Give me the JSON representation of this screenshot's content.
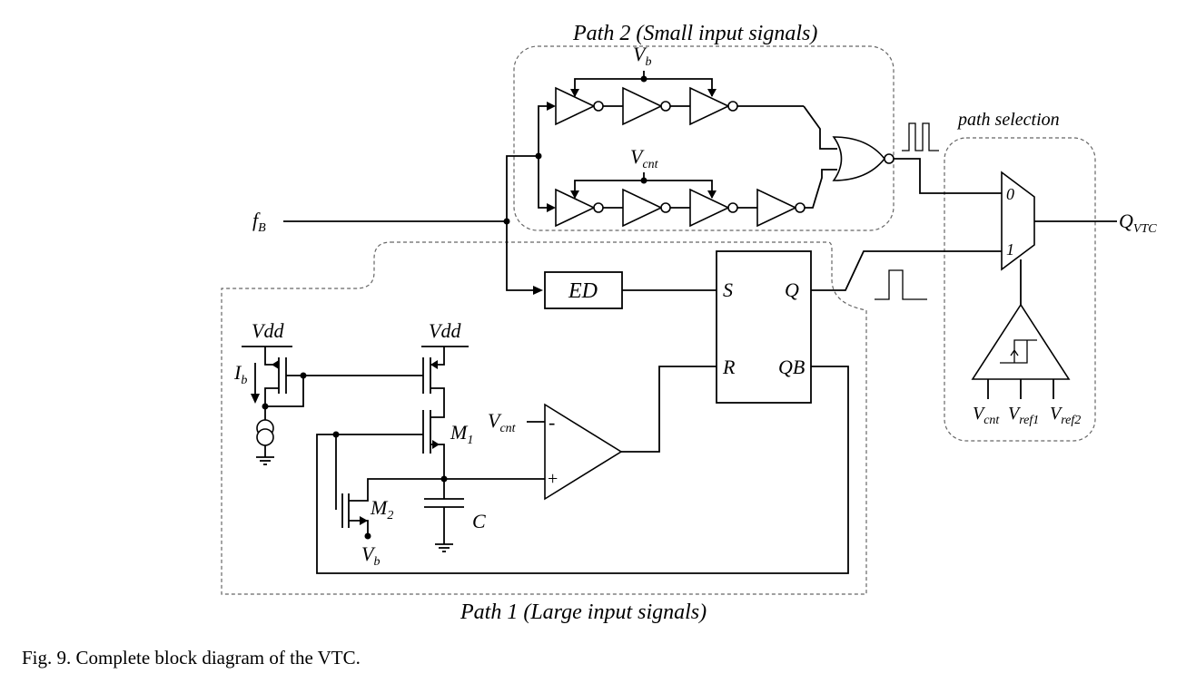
{
  "labels": {
    "path2_title": "Path 2 (Small input signals)",
    "path1_title": "Path 1 (Large input signals)",
    "path_selection": "path selection",
    "fB_main": "f",
    "fB_sub": "B",
    "Vb_main": "V",
    "Vb_sub": "b",
    "Vcnt_top_main": "V",
    "Vcnt_top_sub": "cnt",
    "ED": "ED",
    "S": "S",
    "Q": "Q",
    "R": "R",
    "QB": "QB",
    "mux_in0": "0",
    "mux_in1": "1",
    "QVTC_main": "Q",
    "QVTC_sub": "VTC",
    "Vdd_left": "Vdd",
    "Vdd_right": "Vdd",
    "Ib_main": "I",
    "Ib_sub": "b",
    "M1_main": "M",
    "M1_sub": "1",
    "M2_main": "M",
    "M2_sub": "2",
    "Vcnt_comp_main": "V",
    "Vcnt_comp_sub": "cnt",
    "comp_minus": "-",
    "comp_plus": "+",
    "C": "C",
    "Vb_bottom_main": "V",
    "Vb_bottom_sub": "b",
    "sch_Vcnt_main": "V",
    "sch_Vcnt_sub": "cnt",
    "sch_Vref1_main": "V",
    "sch_Vref1_sub": "ref1",
    "sch_Vref2_main": "V",
    "sch_Vref2_sub": "ref2"
  },
  "caption": "Fig. 9.   Complete block diagram of the VTC."
}
